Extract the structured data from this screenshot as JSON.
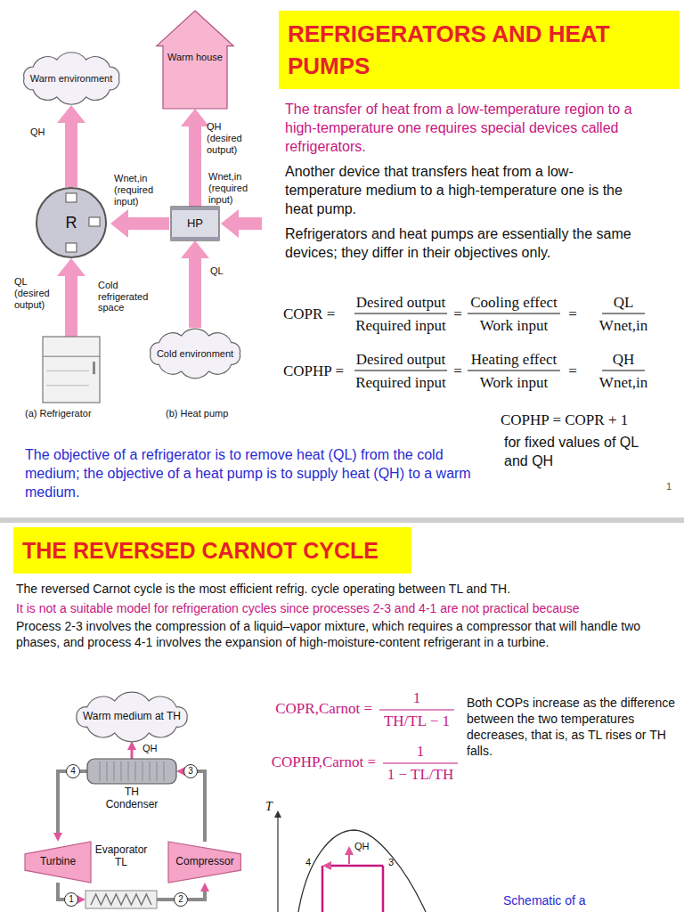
{
  "diagram": {
    "title": "REFRIGERATORS AND HEAT PUMPS",
    "nodes": [
      {
        "text": [
          "Warm environment"
        ]
      },
      {
        "text": [
          "Warm house"
        ]
      },
      {
        "text": [
          "R"
        ]
      },
      {
        "text": [
          "HP"
        ]
      },
      {
        "text": [
          "Cold refrigerated space"
        ]
      },
      {
        "text": [
          "Cold environment"
        ]
      },
      {
        "text": [
          "Warm medium at TH"
        ]
      },
      {
        "text": [
          "TH",
          "Condenser"
        ]
      },
      {
        "text": [
          "Turbine"
        ]
      },
      {
        "text": [
          "Compressor"
        ]
      },
      {
        "text": [
          "Evaporator",
          "TL"
        ]
      }
    ],
    "edges": [
      {
        "from": 2,
        "to": 0,
        "arrow": "to",
        "label": "QH"
      },
      {
        "from": 4,
        "to": 2,
        "arrow": "to",
        "label": "QL (desired output)"
      },
      {
        "from": 3,
        "to": 1,
        "arrow": "to",
        "label": "QH (desired output)"
      },
      {
        "from": 5,
        "to": 3,
        "arrow": "to",
        "label": "QL"
      },
      {
        "from": 7,
        "to": 6,
        "arrow": "to",
        "label": "QH"
      },
      {
        "from": 9,
        "to": 7,
        "arrow": "to"
      },
      {
        "from": 7,
        "to": 8,
        "arrow": "to"
      },
      {
        "from": 8,
        "to": 10,
        "arrow": "to"
      },
      {
        "from": 10,
        "to": 9,
        "arrow": "to"
      }
    ],
    "labels": [
      "The transfer of heat from a low-temperature region to a high-temperature one requires special devices called refrigerators.",
      "Another device that transfers heat from a low-temperature medium to a high-temperature one is the heat pump.",
      "Refrigerators and heat pumps are essentially the same devices; they differ in their objectives only.",
      "COPR =",
      "Desired output",
      "Required input",
      "=",
      "Cooling effect",
      "Work input",
      "=",
      "QL",
      "Wnet,in",
      "COPHP =",
      "Desired output",
      "Required input",
      "=",
      "Heating effect",
      "Work input",
      "=",
      "QH",
      "Wnet,in",
      "COPHP = COPR + 1",
      "for fixed values of QL and QH",
      "Wnet,in (required input)",
      "Wnet,in (required input)",
      "(a) Refrigerator",
      "(b) Heat pump",
      "The objective of a refrigerator is to remove heat (QL) from the cold medium; the objective of a heat pump is to supply heat (QH) to a warm medium.",
      "1",
      "THE REVERSED CARNOT CYCLE",
      "The reversed Carnot cycle is the most efficient refrig. cycle operating between TL and TH.",
      "It is not a suitable model for refrigeration cycles since processes 2-3 and 4-1 are not practical because",
      "Process 2-3 involves the compression of a liquid–vapor mixture, which requires a compressor that will handle two phases, and process 4-1 involves the expansion of high-moisture-content refrigerant in a turbine.",
      "COPR,Carnot =",
      "1",
      "TH/TL − 1",
      "COPHP,Carnot =",
      "1",
      "1 − TL/TH",
      "Both COPs increase as the difference between the two temperatures decreases, that is, as TL rises or TH falls.",
      "4",
      "3",
      "1",
      "2",
      "T",
      "4",
      "3",
      "QH",
      "Schematic of a"
    ]
  }
}
